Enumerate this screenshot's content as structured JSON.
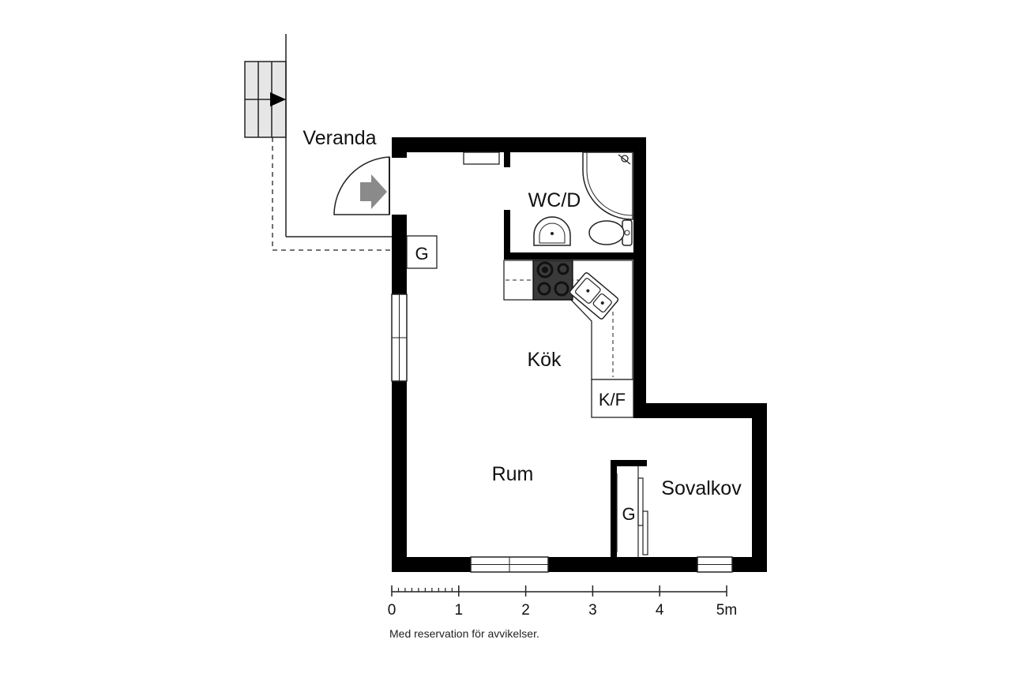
{
  "rooms": {
    "veranda": "Veranda",
    "wc": "WC/D",
    "kok": "Kök",
    "rum": "Rum",
    "sovalkov": "Sovalkov",
    "kf": "K/F",
    "closet_entry": "G",
    "closet_alcove": "G"
  },
  "scale": {
    "ticks": [
      "0",
      "1",
      "2",
      "3",
      "4",
      "5m"
    ]
  },
  "disclaimer": "Med reservation för avvikelser.",
  "colors": {
    "wall": "#000000",
    "stairs": "#e6e6e6",
    "entry_arrow": "#8a8a8a",
    "stove": "#3a3a3a"
  }
}
